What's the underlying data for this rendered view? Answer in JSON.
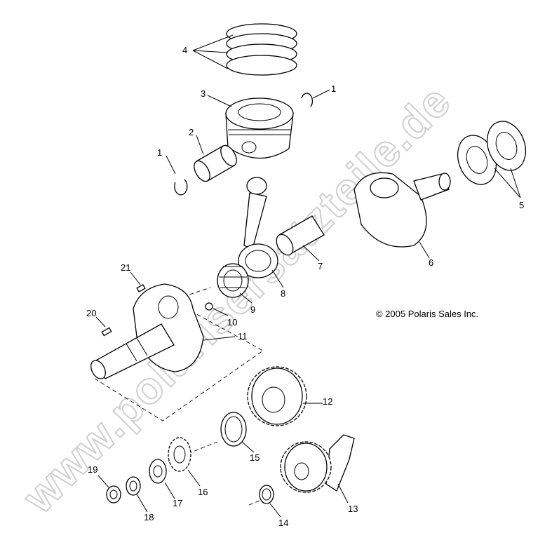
{
  "copyright": "© 2005 Polaris Sales Inc.",
  "watermark": "www.polarisersatzteile.de",
  "callouts": {
    "c1a": "1",
    "c1b": "1",
    "c2": "2",
    "c3": "3",
    "c4": "4",
    "c5": "5",
    "c6": "6",
    "c7": "7",
    "c8": "8",
    "c9": "9",
    "c10": "10",
    "c11": "11",
    "c12": "12",
    "c13": "13",
    "c14": "14",
    "c15": "15",
    "c16": "16",
    "c17": "17",
    "c18": "18",
    "c19": "19",
    "c20": "20",
    "c21": "21"
  }
}
